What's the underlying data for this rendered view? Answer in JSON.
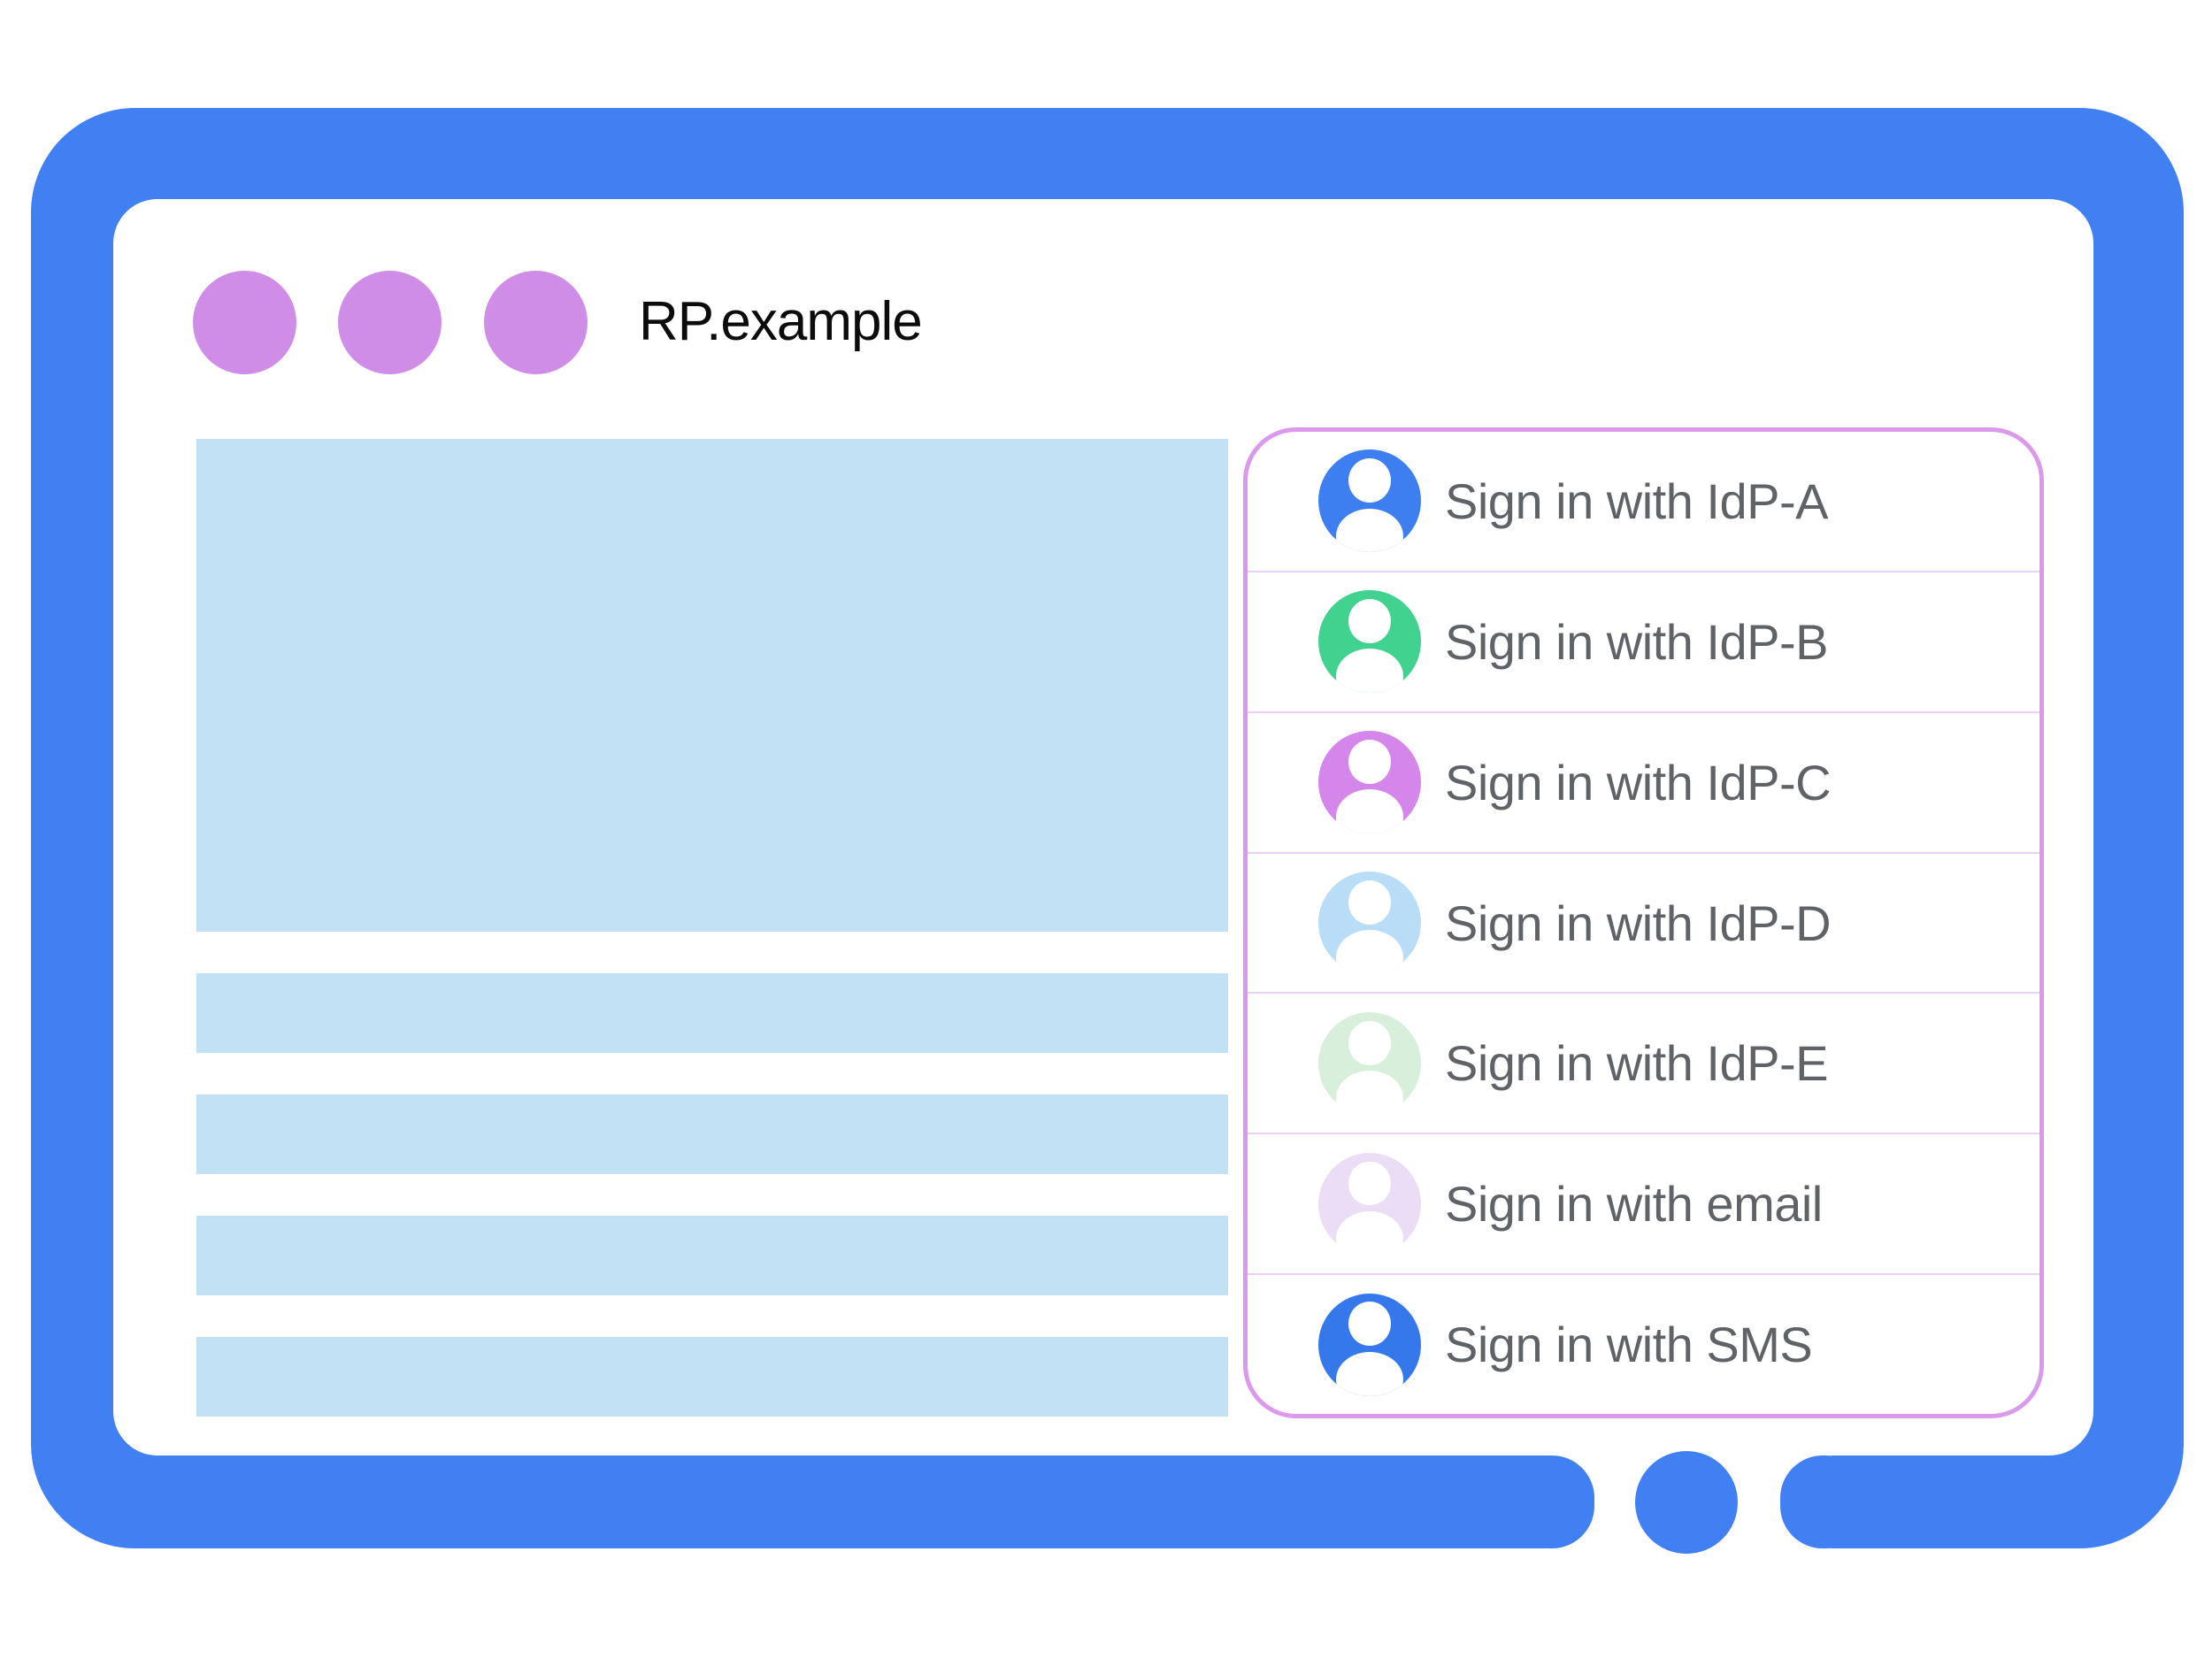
{
  "frame": {
    "color": "#4180F2",
    "home_button": "home-button"
  },
  "window": {
    "title": "RP.example",
    "controls": {
      "color": "#D08DE8",
      "count": 3
    }
  },
  "skeleton": {
    "color": "#C3E1F5"
  },
  "signin_panel": {
    "border_color": "#DB99EB",
    "divider_color": "#EFD0F5",
    "label_color": "#5F6368",
    "options": [
      {
        "label": "Sign in with IdP-A",
        "icon": "person-avatar-icon",
        "avatar_color": "#3D7EF0"
      },
      {
        "label": "Sign in with IdP-B",
        "icon": "person-avatar-icon",
        "avatar_color": "#41D290"
      },
      {
        "label": "Sign in with IdP-C",
        "icon": "person-avatar-icon",
        "avatar_color": "#D586EA"
      },
      {
        "label": "Sign in with IdP-D",
        "icon": "person-avatar-icon",
        "avatar_color": "#B9DDF6"
      },
      {
        "label": "Sign in with IdP-E",
        "icon": "person-avatar-icon",
        "avatar_color": "#D8EFDB"
      },
      {
        "label": "Sign in with email",
        "icon": "person-avatar-icon",
        "avatar_color": "#ECDDF6"
      },
      {
        "label": "Sign in with SMS",
        "icon": "person-avatar-icon",
        "avatar_color": "#3478EC"
      }
    ]
  }
}
